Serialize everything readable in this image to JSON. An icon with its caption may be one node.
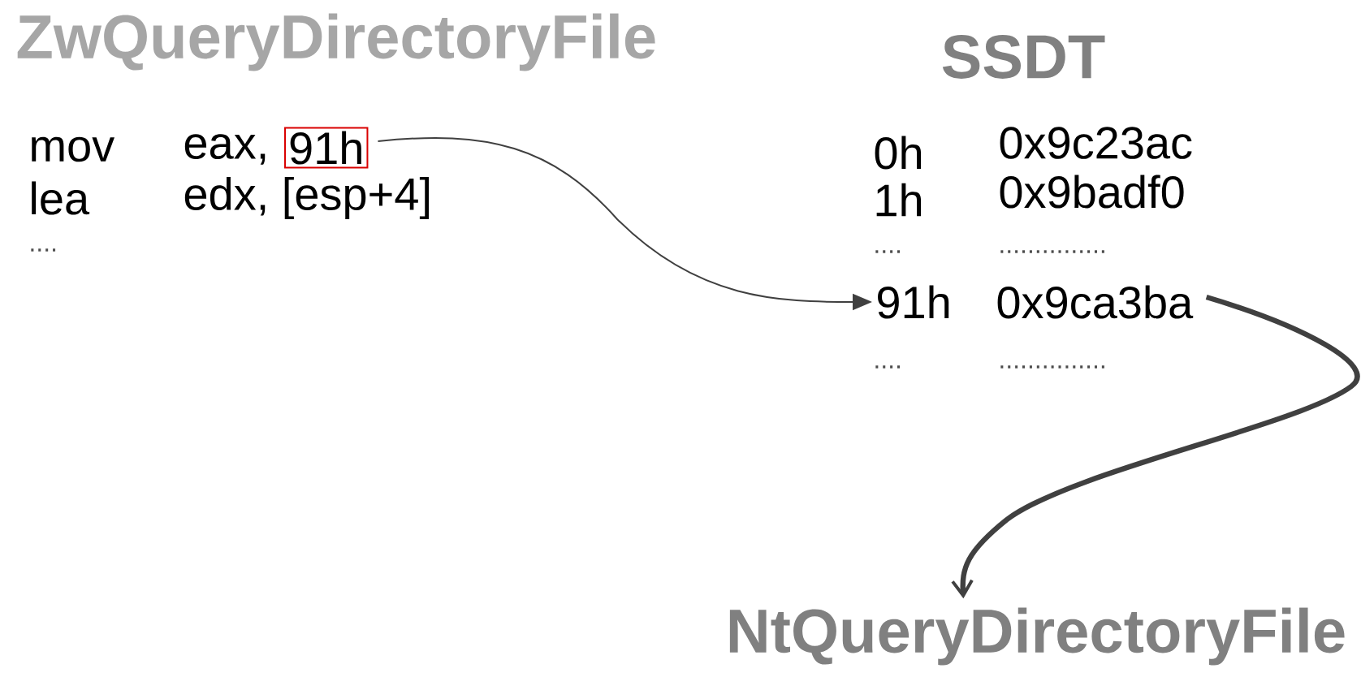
{
  "diagram": {
    "nodes": [
      {
        "text": [
          "91h"
        ]
      },
      {
        "text": [
          "91h",
          "0x9ca3ba"
        ]
      },
      {
        "text": [
          "NtQueryDirectoryFile"
        ]
      }
    ],
    "edges": [
      {
        "from": 0,
        "to": 1,
        "arrow": "to"
      },
      {
        "from": 1,
        "to": 2,
        "arrow": "to",
        "style": "thick"
      }
    ],
    "labels": [
      "ZwQueryDirectoryFile",
      "mov",
      "eax,",
      "lea",
      "edx, [esp+4]",
      "....",
      "SSDT",
      "0h",
      "0x9c23ac",
      "1h",
      "0x9badf0",
      "....",
      "...............",
      "....",
      "..............."
    ]
  }
}
